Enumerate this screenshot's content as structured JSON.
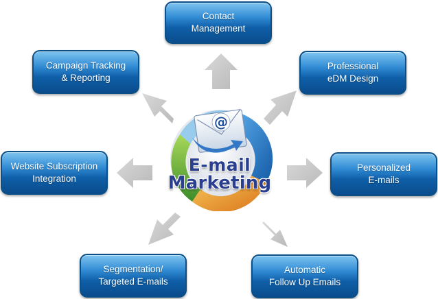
{
  "hub": {
    "title_line1": "E-mail",
    "title_line2": "Marketing",
    "icon": "at-sign-envelope-icon"
  },
  "nodes": {
    "contact": {
      "line1": "Contact",
      "line2": "Management"
    },
    "edm": {
      "line1": "Professional",
      "line2": "eDM Design"
    },
    "personal": {
      "line1": "Personalized",
      "line2": "E-mails"
    },
    "auto": {
      "line1": "Automatic",
      "line2": "Follow Up Emails"
    },
    "seg": {
      "line1": "Segmentation/",
      "line2": "Targeted E-mails"
    },
    "web": {
      "line1": "Website Subscription",
      "line2": "Integration"
    },
    "campaign": {
      "line1": "Campaign Tracking",
      "line2": "& Reporting"
    }
  },
  "colors": {
    "box_blue": "#1a6fbe",
    "arrow_gray": "#c8c8c8",
    "hub_text": "#2a3f8f"
  }
}
